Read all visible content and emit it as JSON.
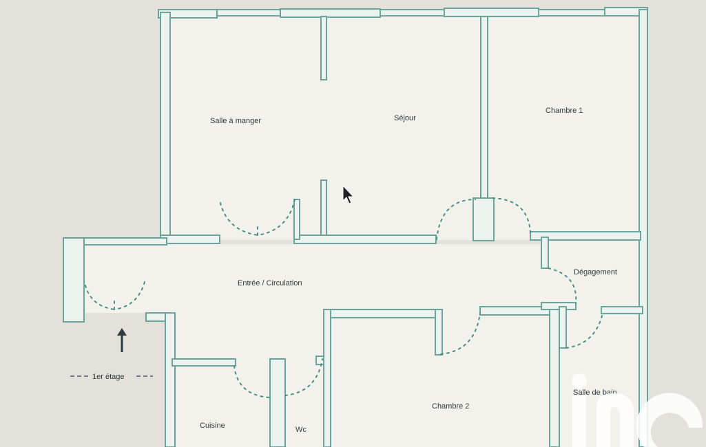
{
  "rooms": {
    "salle_a_manger": "Salle à manger",
    "sejour": "Séjour",
    "chambre_1": "Chambre 1",
    "entree": "Entrée / Circulation",
    "degagement": "Dégagement",
    "chambre_2": "Chambre 2",
    "salle_de_bain": "Salle de bain",
    "cuisine": "Cuisine",
    "wc": "Wc"
  },
  "floor_label": "1er étage",
  "colors": {
    "background": "#e4e1dc",
    "wall_fill": "#ecf2ee",
    "wall_stroke": "#6aa39a",
    "room_fill": "#f3f1ec",
    "logo": "#ffffff"
  },
  "logo": {
    "icon": "brand-logo-icon"
  }
}
